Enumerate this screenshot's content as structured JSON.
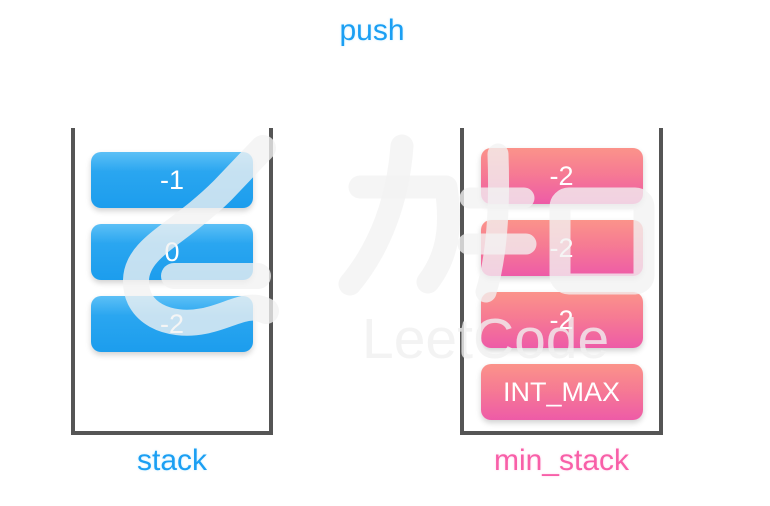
{
  "title": "push",
  "stacks": [
    {
      "label": "stack",
      "items": [
        "-1",
        "0",
        "-2"
      ]
    },
    {
      "label": "min_stack",
      "items": [
        "-2",
        "-2",
        "-2",
        "INT_MAX"
      ]
    }
  ],
  "watermark": {
    "logo_text": "LeetCode",
    "hanzi": "力扣"
  },
  "colors": {
    "blue_accent": "#1b9ff3",
    "pink_accent": "#f85fa8",
    "blue_box_top": "#5cc0f6",
    "blue_box_bottom": "#1c9ded",
    "pink_box_top": "#fb938a",
    "pink_box_bottom": "#ee5ba7",
    "container_wall": "#555555",
    "watermark_gray": "#f2f2f2"
  }
}
